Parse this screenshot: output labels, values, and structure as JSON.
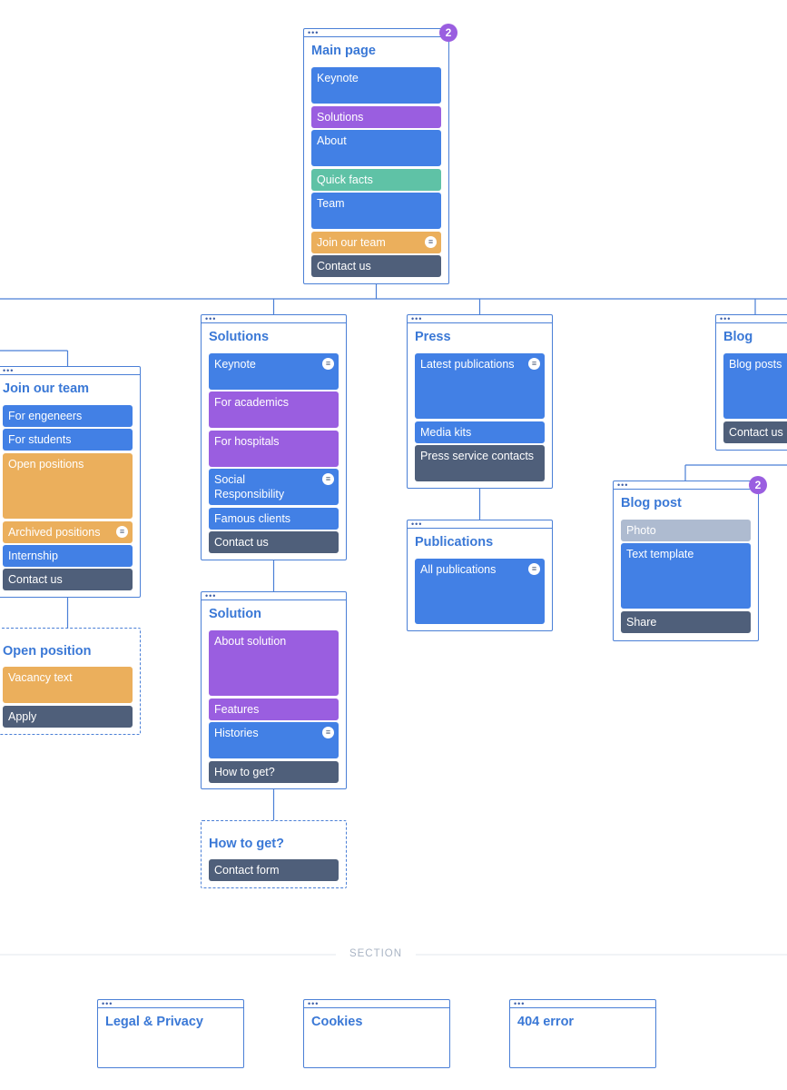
{
  "main_page": {
    "title": "Main page",
    "badge": "2",
    "blocks": [
      "Keynote",
      "Solutions",
      "About",
      "Quick facts",
      "Team",
      "Join our team",
      "Contact us"
    ]
  },
  "solutions": {
    "title": "Solutions",
    "blocks": [
      "Keynote",
      "For academics",
      "For hospitals",
      "Social Responsibility",
      "Famous clients",
      "Contact us"
    ]
  },
  "press": {
    "title": "Press",
    "blocks": [
      "Latest publications",
      "Media kits",
      "Press service contacts"
    ]
  },
  "blog": {
    "title": "Blog",
    "blocks": [
      "Blog posts",
      "Contact us"
    ]
  },
  "join_team": {
    "title": "Join our team",
    "blocks": [
      "For engeneers",
      "For students",
      "Open positions",
      "Archived positions",
      "Internship",
      "Contact us"
    ]
  },
  "publications": {
    "title": "Publications",
    "blocks": [
      "All publications"
    ]
  },
  "blog_post": {
    "title": "Blog post",
    "badge": "2",
    "blocks": [
      "Photo",
      "Text template",
      "Share"
    ]
  },
  "open_position": {
    "title": "Open position",
    "blocks": [
      "Vacancy text",
      "Apply"
    ]
  },
  "solution": {
    "title": "Solution",
    "blocks": [
      "About solution",
      "Features",
      "Histories",
      "How to get?"
    ]
  },
  "how_to_get": {
    "title": "How to get?",
    "blocks": [
      "Contact form"
    ]
  },
  "section": {
    "label": "SECTION",
    "pages": [
      "Legal & Privacy",
      "Cookies",
      "404 error"
    ]
  },
  "icons": {
    "window_dots": "•••",
    "comment": "comment-icon"
  },
  "colors": {
    "blue": "#4280e5",
    "purple": "#9a5ee0",
    "green": "#5fc2a6",
    "orange": "#ebaf5c",
    "dark": "#4f5f7a",
    "gray": "#aebbd0",
    "outline": "#4a7fd6"
  }
}
